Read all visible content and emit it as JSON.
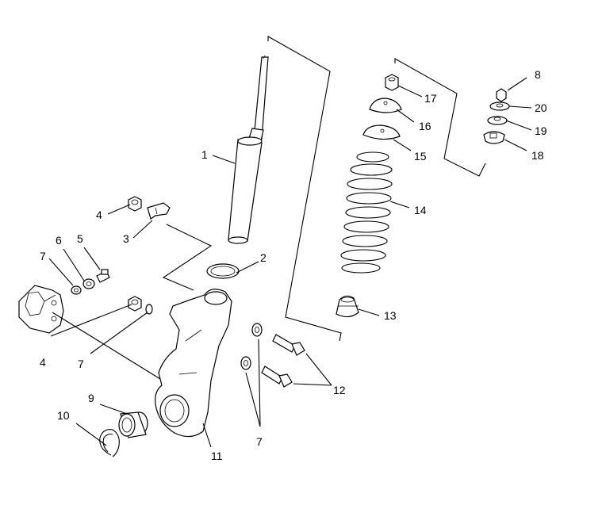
{
  "colors": {
    "line": "#000000",
    "background": "#ffffff"
  },
  "callouts": {
    "c1": "1",
    "c2": "2",
    "c3": "3",
    "c4a": "4",
    "c4b": "4",
    "c5": "5",
    "c6": "6",
    "c7a": "7",
    "c7b": "7",
    "c7c": "7",
    "c8": "8",
    "c9": "9",
    "c10": "10",
    "c11": "11",
    "c12": "12",
    "c13": "13",
    "c14": "14",
    "c15": "15",
    "c16": "16",
    "c17": "17",
    "c18": "18",
    "c19": "19",
    "c20": "20"
  }
}
